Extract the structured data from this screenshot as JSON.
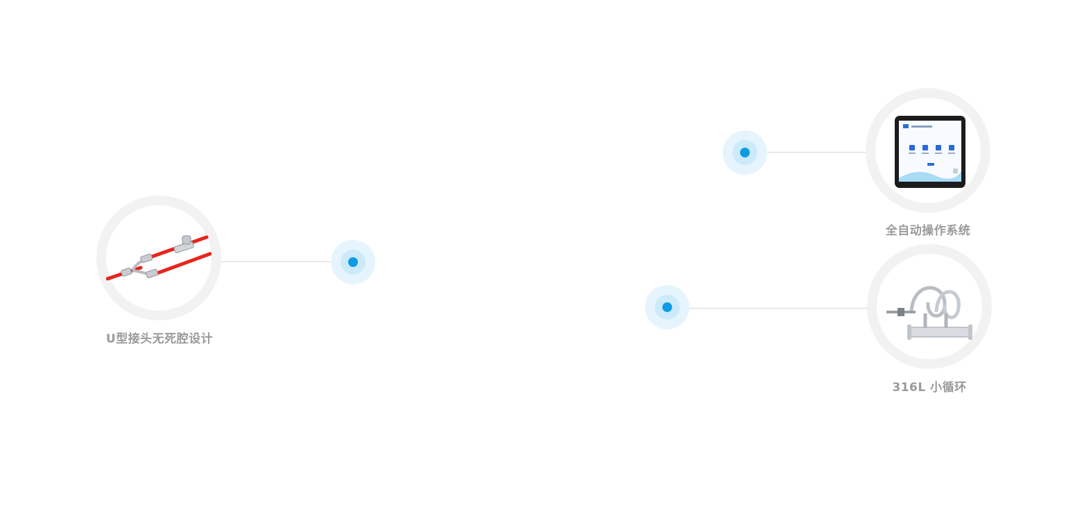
{
  "features": [
    {
      "id": "u-joint",
      "label": "U型接头无死腔设计",
      "image_icon": "red-tubing-u-joint-icon"
    },
    {
      "id": "auto-system",
      "label": "全自动操作系统",
      "image_icon": "touchscreen-panel-icon"
    },
    {
      "id": "loop",
      "label": "316L 小循环",
      "image_icon": "stainless-loop-pipe-icon"
    }
  ],
  "colors": {
    "hotspot_dot": "#0f9be3",
    "hotspot_halo": "#e6f5fd",
    "ring": "#f2f2f2",
    "label": "#9a9a9a",
    "tubing": "#e8241d"
  }
}
